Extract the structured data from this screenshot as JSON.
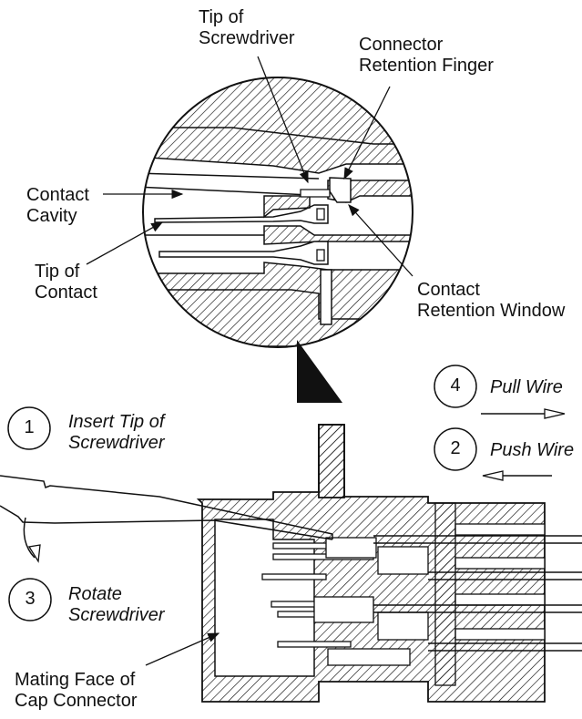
{
  "labels": {
    "tip_of_screwdriver": [
      "Tip of",
      "Screwdriver"
    ],
    "connector_retention_finger": [
      "Connector",
      "Retention Finger"
    ],
    "contact_cavity": [
      "Contact",
      "Cavity"
    ],
    "tip_of_contact": [
      "Tip of",
      "Contact"
    ],
    "contact_retention_window": [
      "Contact",
      "Retention Window"
    ],
    "mating_face": [
      "Mating Face of",
      "Cap Connector"
    ]
  },
  "steps": [
    {
      "number": "1",
      "text": [
        "Insert Tip of",
        "Screwdriver"
      ]
    },
    {
      "number": "2",
      "text": [
        "Push Wire"
      ]
    },
    {
      "number": "3",
      "text": [
        "Rotate",
        "Screwdriver"
      ]
    },
    {
      "number": "4",
      "text": [
        "Pull Wire"
      ]
    }
  ]
}
